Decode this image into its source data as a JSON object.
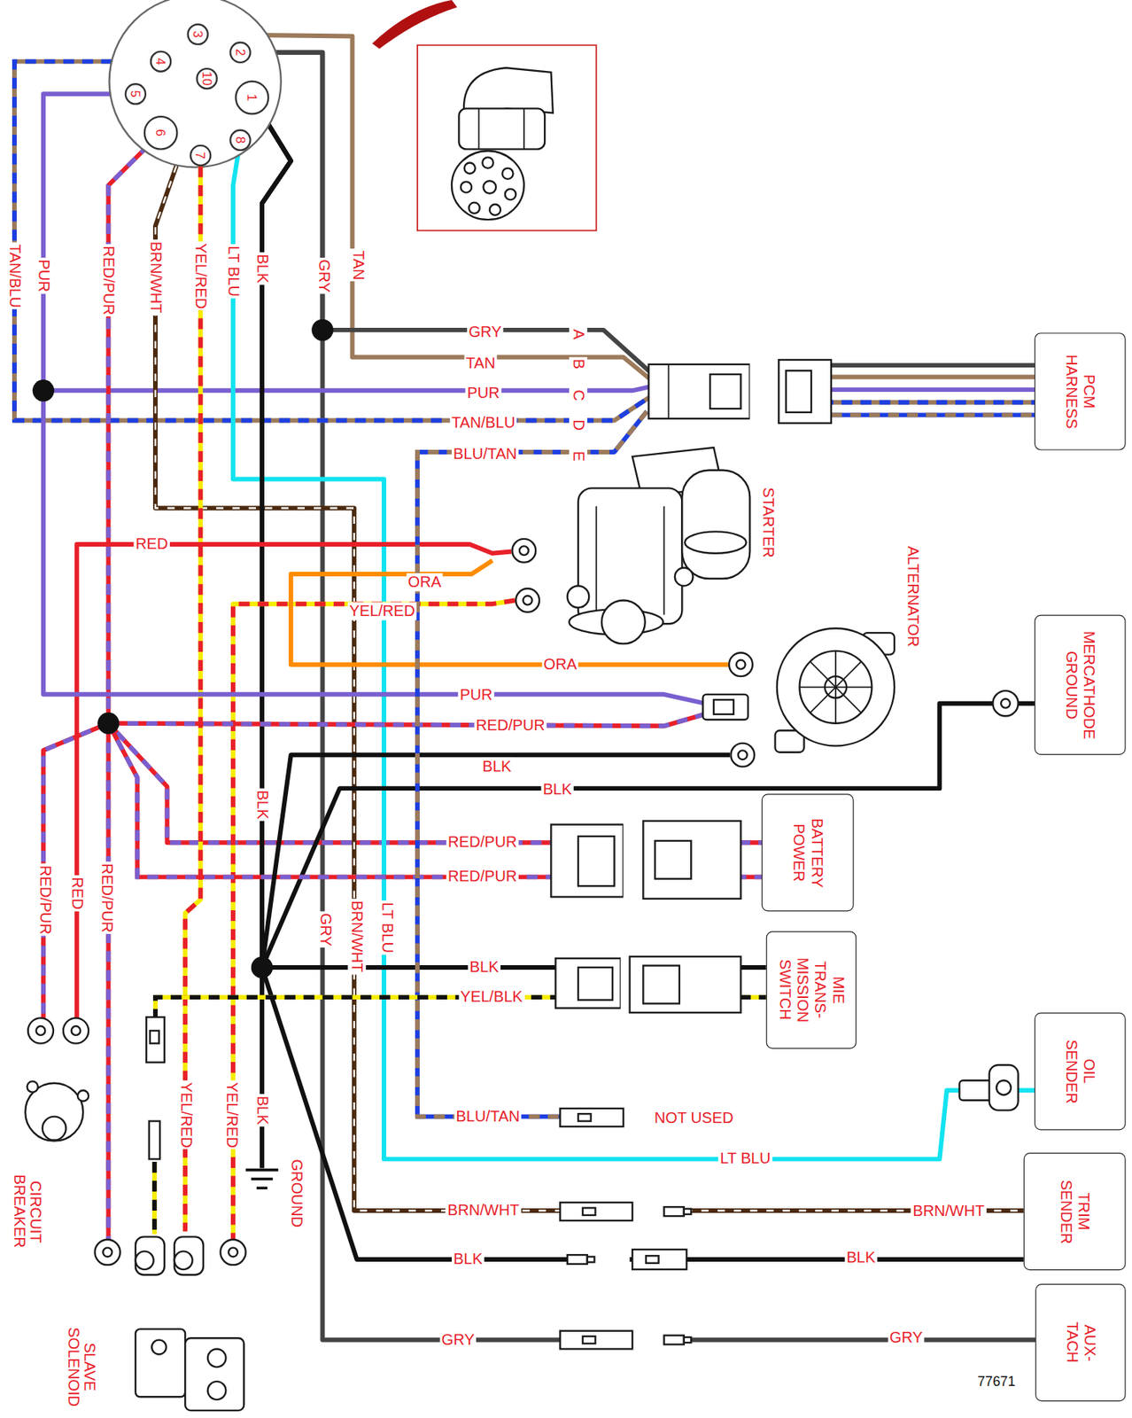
{
  "diagram": {
    "nodes": [
      {
        "text": [
          "1"
        ]
      },
      {
        "text": [
          "2"
        ]
      },
      {
        "text": [
          "3"
        ]
      },
      {
        "text": [
          "4"
        ]
      },
      {
        "text": [
          "5"
        ]
      },
      {
        "text": [
          "6"
        ]
      },
      {
        "text": [
          "7"
        ]
      },
      {
        "text": [
          "8"
        ]
      },
      {
        "text": [
          "10"
        ]
      },
      {
        "text": [
          "PCM HARNESS"
        ]
      },
      {
        "text": [
          "MERCATHODE GROUND"
        ]
      },
      {
        "text": [
          "BATTERY POWER"
        ]
      },
      {
        "text": [
          "MIE TRANS- MISSION SWITCH"
        ]
      },
      {
        "text": [
          "OIL SENDER"
        ]
      },
      {
        "text": [
          "TRIM SENDER"
        ]
      },
      {
        "text": [
          "AUX-TACH"
        ]
      }
    ],
    "edges": [
      {
        "from": 2,
        "to": 9,
        "arrow": "none"
      },
      {
        "from": 1,
        "to": 9,
        "arrow": "none"
      },
      {
        "from": 1,
        "to": 15,
        "arrow": "none"
      },
      {
        "from": 4,
        "to": 9,
        "arrow": "none"
      },
      {
        "from": 3,
        "to": 9,
        "arrow": "none"
      },
      {
        "from": 5,
        "to": 11,
        "arrow": "none"
      },
      {
        "from": 7,
        "to": 13,
        "arrow": "none"
      },
      {
        "from": 8,
        "to": 14,
        "arrow": "none"
      },
      {
        "from": 0,
        "to": 10,
        "arrow": "none"
      },
      {
        "from": 0,
        "to": 12,
        "arrow": "none"
      },
      {
        "from": 0,
        "to": 14,
        "arrow": "none"
      }
    ],
    "labels": [
      "TAN/BLU",
      "PUR",
      "RED/PUR",
      "BRN/WHT",
      "YEL/RED",
      "LT BLU",
      "BLK",
      "GRY",
      "TAN",
      "GRY",
      "A",
      "TAN",
      "B",
      "PUR",
      "C",
      "TAN/BLU",
      "D",
      "BLU/TAN",
      "E",
      "STARTER",
      "ALTERNATOR",
      "RED",
      "ORA",
      "YEL/RED",
      "ORA",
      "PUR",
      "RED/PUR",
      "BLK",
      "BLK",
      "BLK",
      "RED/PUR",
      "RED/PUR",
      "RED/PUR",
      "RED",
      "RED/PUR",
      "GRY",
      "BRN/WHT",
      "LT BLU",
      "BLK",
      "YEL/BLK",
      "BLU/TAN",
      "NOT USED",
      "YEL/RED",
      "YEL/RED",
      "BLK",
      "GROUND",
      "LT BLU",
      "BRN/WHT",
      "BRN/WHT",
      "BLK",
      "BLK",
      "GRY",
      "GRY",
      "CIRCUIT BREAKER",
      "SLAVE SOLENOID",
      "77671"
    ]
  }
}
